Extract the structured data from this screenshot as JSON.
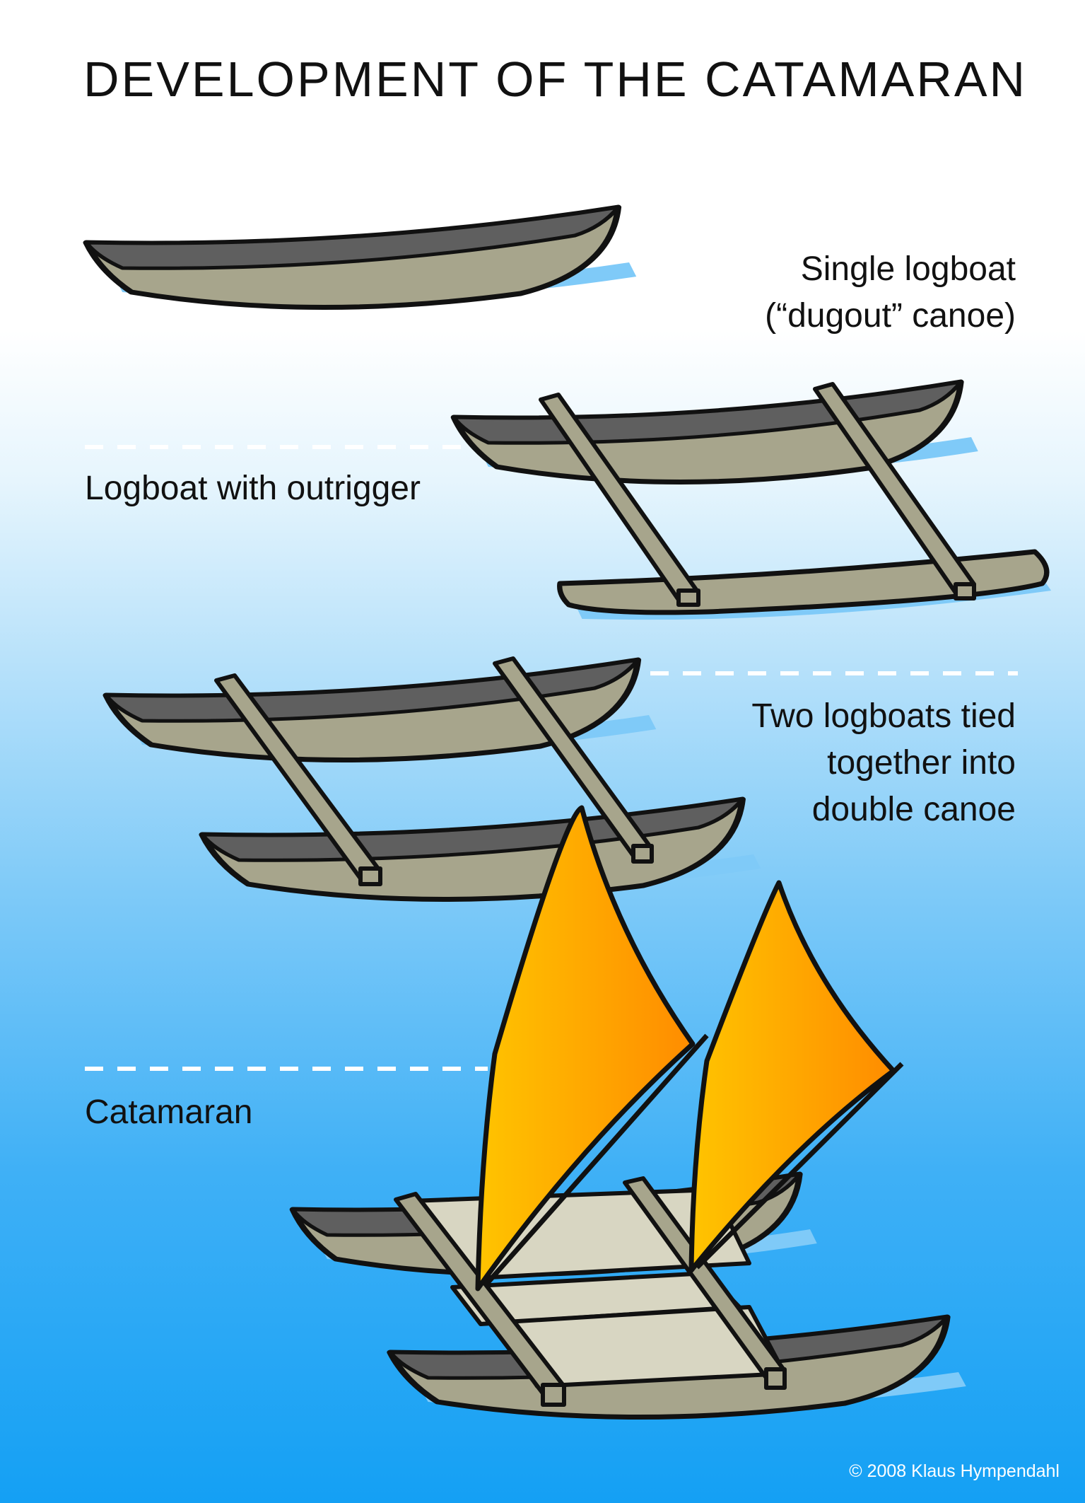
{
  "title": "DEVELOPMENT OF THE CATAMARAN",
  "stages": [
    {
      "lines": [
        "Single logboat",
        "(“dugout” canoe)"
      ]
    },
    {
      "lines": [
        "Logboat with outrigger"
      ]
    },
    {
      "lines": [
        "Two logboats tied",
        "together into",
        "double canoe"
      ]
    },
    {
      "lines": [
        "Catamaran"
      ]
    }
  ],
  "copyright": "© 2008 Klaus Hympendahl",
  "colors": {
    "hull": "#a7a58c",
    "hull_inner": "#5f5f5f",
    "water_shadow": "#7fcaf8",
    "sail_light": "#ffc400",
    "sail_dark": "#ff8c00",
    "dash": "#ffffff",
    "outline": "#111111"
  }
}
